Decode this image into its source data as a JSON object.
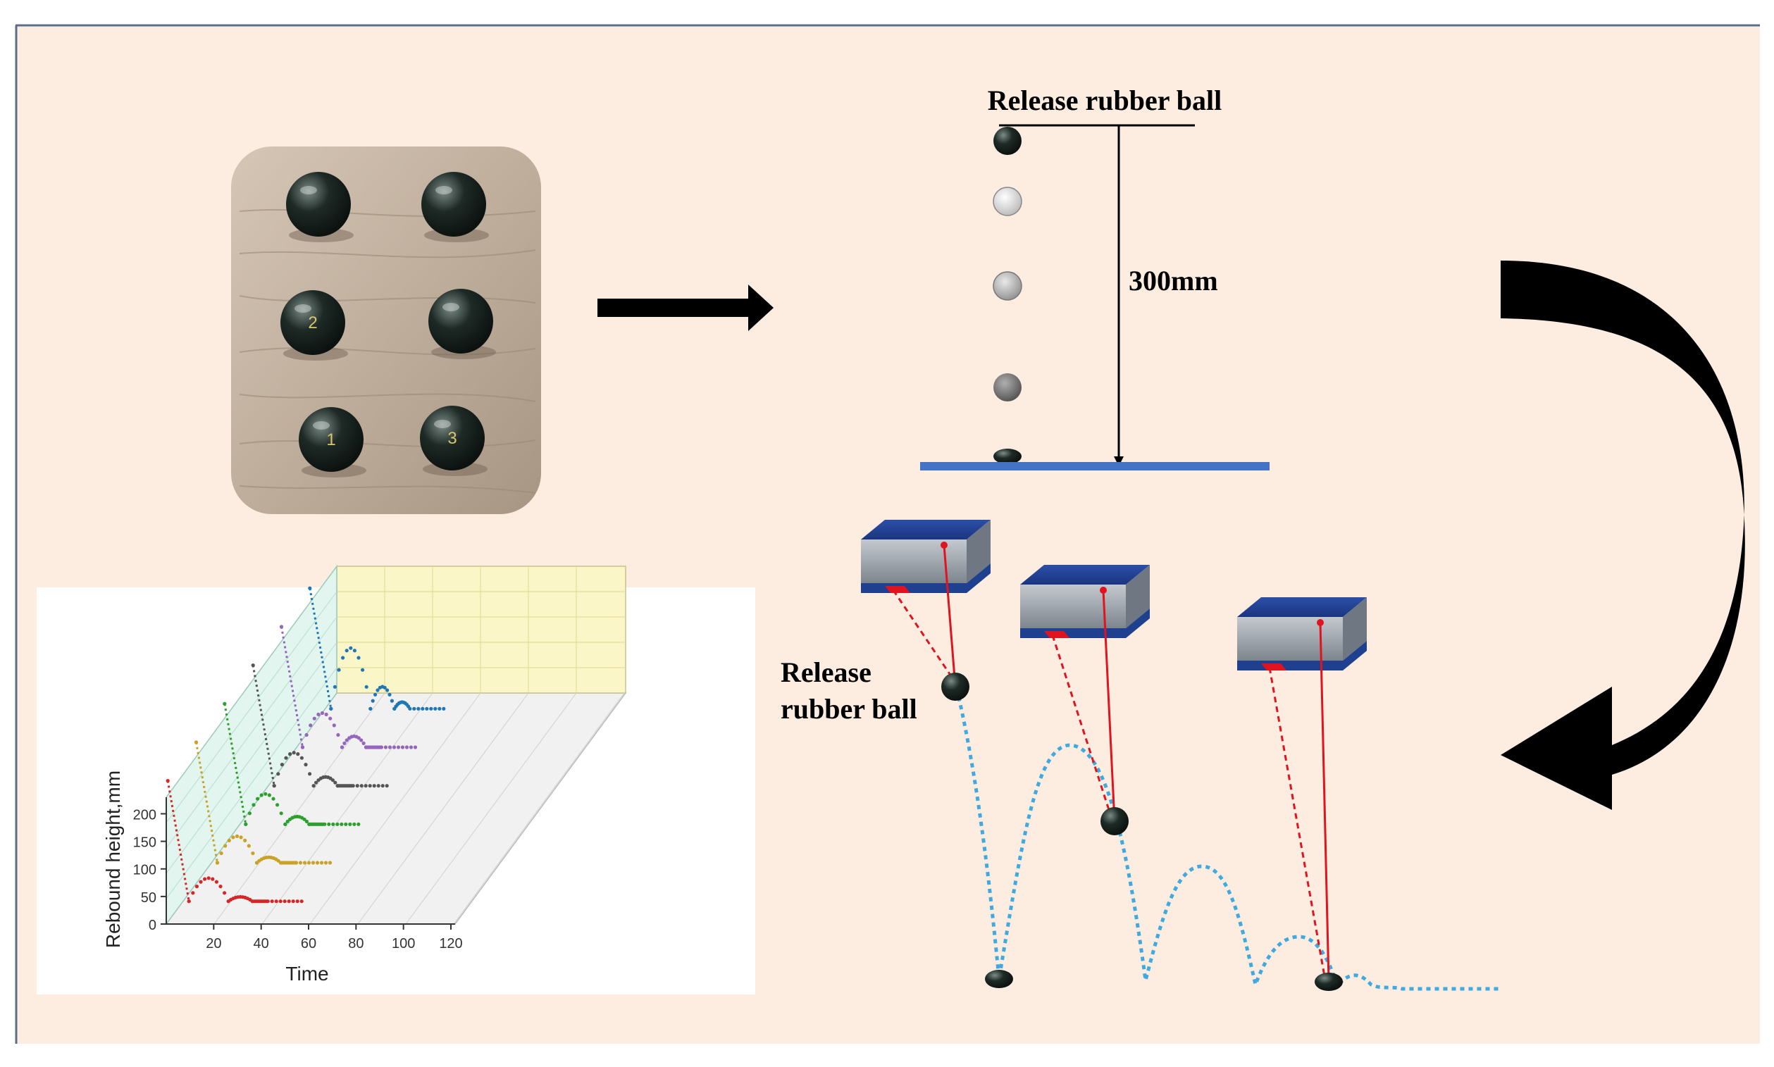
{
  "diagram": {
    "colors": {
      "background": "#fcede0",
      "panel_border": "#5a6e8c",
      "floor": "#4472c4",
      "arrow": "#000000",
      "trajectory": "#3fa9e0",
      "laser": "#e0141e",
      "sensor_body": "#8c96a0",
      "sensor_base": "#1f3f8f"
    },
    "drop_test": {
      "title": "Release rubber ball",
      "height_label": "300mm"
    },
    "rebound_test": {
      "label_line1": "Release",
      "label_line2": "rubber ball"
    },
    "photo": {
      "description_icon": "rubber-ball-samples-photo",
      "ball_marks": [
        "",
        "",
        "2",
        "",
        "1",
        "3"
      ]
    },
    "chart_data": {
      "type": "line",
      "projection": "3d-waterfall",
      "xlabel": "Time",
      "ylabel": "Rebound height,mm",
      "x_ticks": [
        "20",
        "40",
        "60",
        "80",
        "100",
        "120"
      ],
      "y_ticks": [
        "0",
        "50",
        "100",
        "150",
        "200"
      ],
      "ylim": [
        0,
        230
      ],
      "series": [
        {
          "color": "#d62728",
          "peaks": [
            225,
            42,
            8,
            0
          ]
        },
        {
          "color": "#c9a227",
          "peaks": [
            225,
            48,
            10,
            0
          ]
        },
        {
          "color": "#2ca02c",
          "peaks": [
            225,
            55,
            14,
            0
          ]
        },
        {
          "color": "#555555",
          "peaks": [
            225,
            60,
            16,
            0
          ]
        },
        {
          "color": "#9467bd",
          "peaks": [
            225,
            62,
            20,
            0
          ]
        },
        {
          "color": "#1f77b4",
          "peaks": [
            225,
            110,
            40,
            12
          ]
        }
      ]
    }
  }
}
